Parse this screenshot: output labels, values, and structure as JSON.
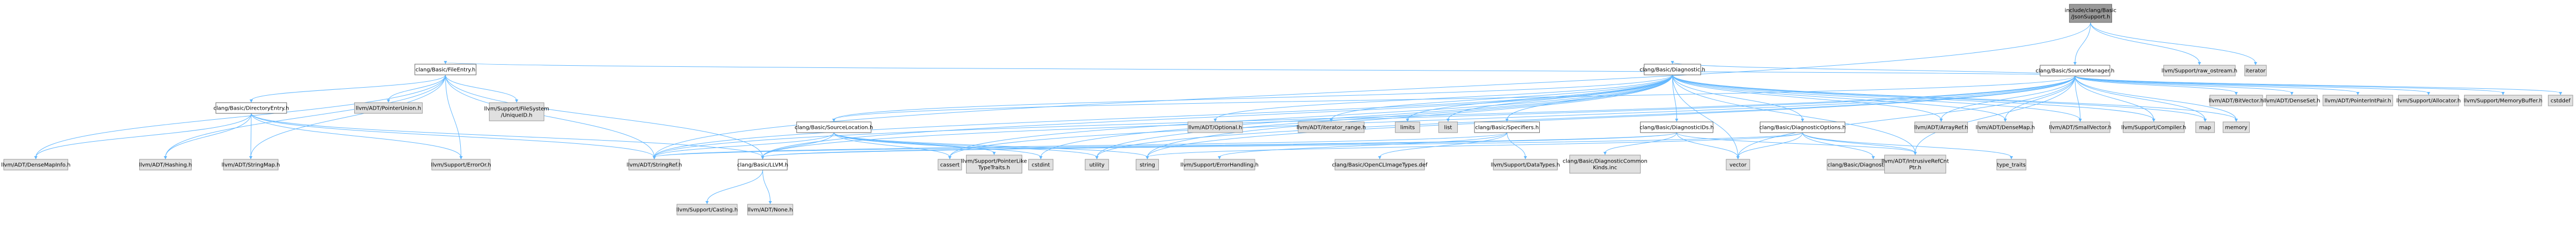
{
  "diagram": {
    "type": "include-dependency-graph",
    "colors": {
      "background": "#ffffff",
      "node_fill": "#ffffff",
      "node_stroke": "#666666",
      "root_fill": "#999999",
      "root_stroke": "#666666",
      "external_fill": "#e0e0e0",
      "external_stroke": "#999999",
      "edge": "#63b8ff",
      "text": "#000000"
    },
    "nodes": [
      {
        "id": "root",
        "kind": "root",
        "lines": [
          "include/clang/Basic",
          "/JsonSupport.h"
        ]
      },
      {
        "id": "srcmgr",
        "kind": "file",
        "lines": [
          "clang/Basic/SourceManager.h"
        ]
      },
      {
        "id": "rawos",
        "kind": "external",
        "lines": [
          "llvm/Support/raw_ostream.h"
        ]
      },
      {
        "id": "iterator",
        "kind": "external",
        "lines": [
          "iterator"
        ]
      },
      {
        "id": "fileentry",
        "kind": "file",
        "lines": [
          "clang/Basic/FileEntry.h"
        ]
      },
      {
        "id": "diag",
        "kind": "file",
        "lines": [
          "clang/Basic/Diagnostic.h"
        ]
      },
      {
        "id": "bitvector",
        "kind": "external",
        "lines": [
          "llvm/ADT/BitVector.h"
        ]
      },
      {
        "id": "denseset",
        "kind": "external",
        "lines": [
          "llvm/ADT/DenseSet.h"
        ]
      },
      {
        "id": "ptrintpair",
        "kind": "external",
        "lines": [
          "llvm/ADT/PointerIntPair.h"
        ]
      },
      {
        "id": "allocator",
        "kind": "external",
        "lines": [
          "llvm/Support/Allocator.h"
        ]
      },
      {
        "id": "membuf",
        "kind": "external",
        "lines": [
          "llvm/Support/MemoryBuffer.h"
        ]
      },
      {
        "id": "cstddef",
        "kind": "external",
        "lines": [
          "cstddef"
        ]
      },
      {
        "id": "direntry",
        "kind": "file",
        "lines": [
          "clang/Basic/DirectoryEntry.h"
        ]
      },
      {
        "id": "ptrunion",
        "kind": "external",
        "lines": [
          "llvm/ADT/PointerUnion.h"
        ]
      },
      {
        "id": "uniqueid",
        "kind": "external",
        "lines": [
          "llvm/Support/FileSystem",
          "/UniqueID.h"
        ]
      },
      {
        "id": "srcloc",
        "kind": "file",
        "lines": [
          "clang/Basic/SourceLocation.h"
        ]
      },
      {
        "id": "optional",
        "kind": "external",
        "lines": [
          "llvm/ADT/Optional.h"
        ]
      },
      {
        "id": "iterrange",
        "kind": "external",
        "lines": [
          "llvm/ADT/iterator_range.h"
        ]
      },
      {
        "id": "limits",
        "kind": "external",
        "lines": [
          "limits"
        ]
      },
      {
        "id": "list",
        "kind": "external",
        "lines": [
          "list"
        ]
      },
      {
        "id": "specifiers",
        "kind": "file",
        "lines": [
          "clang/Basic/Specifiers.h"
        ]
      },
      {
        "id": "diagids",
        "kind": "file",
        "lines": [
          "clang/Basic/DiagnosticIDs.h"
        ]
      },
      {
        "id": "diagopts",
        "kind": "file",
        "lines": [
          "clang/Basic/DiagnosticOptions.h"
        ]
      },
      {
        "id": "arrayref",
        "kind": "external",
        "lines": [
          "llvm/ADT/ArrayRef.h"
        ]
      },
      {
        "id": "densemap",
        "kind": "external",
        "lines": [
          "llvm/ADT/DenseMap.h"
        ]
      },
      {
        "id": "smallvector",
        "kind": "external",
        "lines": [
          "llvm/ADT/SmallVector.h"
        ]
      },
      {
        "id": "compiler",
        "kind": "external",
        "lines": [
          "llvm/Support/Compiler.h"
        ]
      },
      {
        "id": "map",
        "kind": "external",
        "lines": [
          "map"
        ]
      },
      {
        "id": "memory",
        "kind": "external",
        "lines": [
          "memory"
        ]
      },
      {
        "id": "densemapinfo",
        "kind": "external",
        "lines": [
          "llvm/ADT/DenseMapInfo.h"
        ]
      },
      {
        "id": "hashing",
        "kind": "external",
        "lines": [
          "llvm/ADT/Hashing.h"
        ]
      },
      {
        "id": "stringmap",
        "kind": "external",
        "lines": [
          "llvm/ADT/StringMap.h"
        ]
      },
      {
        "id": "erroror",
        "kind": "external",
        "lines": [
          "llvm/Support/ErrorOr.h"
        ]
      },
      {
        "id": "stringref",
        "kind": "external",
        "lines": [
          "llvm/ADT/StringRef.h"
        ]
      },
      {
        "id": "cassert",
        "kind": "external",
        "lines": [
          "cassert"
        ]
      },
      {
        "id": "ptrliketraits",
        "kind": "external",
        "lines": [
          "llvm/Support/PointerLike",
          "TypeTraits.h"
        ]
      },
      {
        "id": "cstdint",
        "kind": "external",
        "lines": [
          "cstdint"
        ]
      },
      {
        "id": "utility",
        "kind": "external",
        "lines": [
          "utility"
        ]
      },
      {
        "id": "string",
        "kind": "external",
        "lines": [
          "string"
        ]
      },
      {
        "id": "errhandling",
        "kind": "external",
        "lines": [
          "llvm/Support/ErrorHandling.h"
        ]
      },
      {
        "id": "openclimage",
        "kind": "external",
        "lines": [
          "clang/Basic/OpenCLImageTypes.def"
        ]
      },
      {
        "id": "datatypes",
        "kind": "external",
        "lines": [
          "llvm/Support/DataTypes.h"
        ]
      },
      {
        "id": "diagcommon",
        "kind": "external",
        "lines": [
          "clang/Basic/DiagnosticCommon",
          "Kinds.inc"
        ]
      },
      {
        "id": "vector",
        "kind": "external",
        "lines": [
          "vector"
        ]
      },
      {
        "id": "diagoptsdef",
        "kind": "external",
        "lines": [
          "clang/Basic/DiagnosticOptions.def"
        ]
      },
      {
        "id": "intrusive",
        "kind": "external",
        "lines": [
          "llvm/ADT/IntrusiveRefCnt",
          "Ptr.h"
        ]
      },
      {
        "id": "typetraits",
        "kind": "external",
        "lines": [
          "type_traits"
        ]
      },
      {
        "id": "llvmh",
        "kind": "file",
        "lines": [
          "clang/Basic/LLVM.h"
        ]
      },
      {
        "id": "casting",
        "kind": "external",
        "lines": [
          "llvm/Support/Casting.h"
        ]
      },
      {
        "id": "none",
        "kind": "external",
        "lines": [
          "llvm/ADT/None.h"
        ]
      }
    ],
    "edges": [
      [
        "root",
        "srcmgr"
      ],
      [
        "root",
        "rawos"
      ],
      [
        "root",
        "iterator"
      ],
      [
        "root",
        "stringref"
      ],
      [
        "srcmgr",
        "fileentry"
      ],
      [
        "srcmgr",
        "diag"
      ],
      [
        "srcmgr",
        "bitvector"
      ],
      [
        "srcmgr",
        "denseset"
      ],
      [
        "srcmgr",
        "ptrintpair"
      ],
      [
        "srcmgr",
        "allocator"
      ],
      [
        "srcmgr",
        "membuf"
      ],
      [
        "srcmgr",
        "cstddef"
      ],
      [
        "srcmgr",
        "srcloc"
      ],
      [
        "srcmgr",
        "llvmh"
      ],
      [
        "srcmgr",
        "arrayref"
      ],
      [
        "srcmgr",
        "densemap"
      ],
      [
        "srcmgr",
        "smallvector"
      ],
      [
        "srcmgr",
        "compiler"
      ],
      [
        "srcmgr",
        "map"
      ],
      [
        "srcmgr",
        "memory"
      ],
      [
        "srcmgr",
        "intrusive"
      ],
      [
        "srcmgr",
        "stringref"
      ],
      [
        "srcmgr",
        "cassert"
      ],
      [
        "srcmgr",
        "utility"
      ],
      [
        "srcmgr",
        "vector"
      ],
      [
        "srcmgr",
        "string"
      ],
      [
        "fileentry",
        "direntry"
      ],
      [
        "fileentry",
        "ptrunion"
      ],
      [
        "fileentry",
        "uniqueid"
      ],
      [
        "fileentry",
        "densemapinfo"
      ],
      [
        "fileentry",
        "hashing"
      ],
      [
        "fileentry",
        "stringmap"
      ],
      [
        "fileentry",
        "erroror"
      ],
      [
        "fileentry",
        "stringref"
      ],
      [
        "fileentry",
        "llvmh"
      ],
      [
        "direntry",
        "densemapinfo"
      ],
      [
        "direntry",
        "hashing"
      ],
      [
        "direntry",
        "stringmap"
      ],
      [
        "direntry",
        "erroror"
      ],
      [
        "direntry",
        "stringref"
      ],
      [
        "direntry",
        "llvmh"
      ],
      [
        "diag",
        "srcloc"
      ],
      [
        "diag",
        "optional"
      ],
      [
        "diag",
        "iterrange"
      ],
      [
        "diag",
        "limits"
      ],
      [
        "diag",
        "list"
      ],
      [
        "diag",
        "specifiers"
      ],
      [
        "diag",
        "diagids"
      ],
      [
        "diag",
        "diagopts"
      ],
      [
        "diag",
        "arrayref"
      ],
      [
        "diag",
        "densemap"
      ],
      [
        "diag",
        "smallvector"
      ],
      [
        "diag",
        "compiler"
      ],
      [
        "diag",
        "map"
      ],
      [
        "diag",
        "memory"
      ],
      [
        "diag",
        "stringref"
      ],
      [
        "diag",
        "cassert"
      ],
      [
        "diag",
        "cstdint"
      ],
      [
        "diag",
        "utility"
      ],
      [
        "diag",
        "string"
      ],
      [
        "diag",
        "vector"
      ],
      [
        "diag",
        "intrusive"
      ],
      [
        "diag",
        "llvmh"
      ],
      [
        "srcloc",
        "llvmh"
      ],
      [
        "srcloc",
        "stringref"
      ],
      [
        "srcloc",
        "cassert"
      ],
      [
        "srcloc",
        "ptrliketraits"
      ],
      [
        "srcloc",
        "cstdint"
      ],
      [
        "srcloc",
        "utility"
      ],
      [
        "srcloc",
        "string"
      ],
      [
        "specifiers",
        "errhandling"
      ],
      [
        "specifiers",
        "openclimage"
      ],
      [
        "specifiers",
        "datatypes"
      ],
      [
        "specifiers",
        "stringref"
      ],
      [
        "diagids",
        "diagcommon"
      ],
      [
        "diagids",
        "vector"
      ],
      [
        "diagids",
        "intrusive"
      ],
      [
        "diagids",
        "stringref"
      ],
      [
        "diagids",
        "llvmh"
      ],
      [
        "diagopts",
        "diagoptsdef"
      ],
      [
        "diagopts",
        "intrusive"
      ],
      [
        "diagopts",
        "string"
      ],
      [
        "diagopts",
        "vector"
      ],
      [
        "diagopts",
        "typetraits"
      ],
      [
        "diagopts",
        "llvmh"
      ],
      [
        "llvmh",
        "casting"
      ],
      [
        "llvmh",
        "none"
      ]
    ]
  }
}
